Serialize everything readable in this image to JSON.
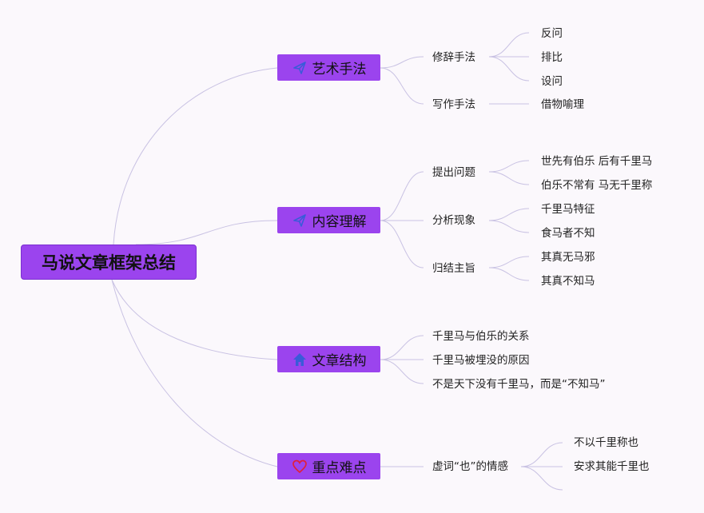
{
  "root": {
    "title": "马说文章框架总结"
  },
  "branches": [
    {
      "title": "艺术手法",
      "icon": "paper-plane-icon",
      "subs": [
        {
          "label": "修辞手法",
          "leaves": [
            "反问",
            "排比",
            "设问"
          ]
        },
        {
          "label": "写作手法",
          "leaves": [
            "借物喻理"
          ]
        }
      ]
    },
    {
      "title": "内容理解",
      "icon": "paper-plane-icon",
      "subs": [
        {
          "label": "提出问题",
          "leaves": [
            "世先有伯乐 后有千里马",
            "伯乐不常有 马无千里称"
          ]
        },
        {
          "label": "分析现象",
          "leaves": [
            "千里马特征",
            "食马者不知"
          ]
        },
        {
          "label": "归结主旨",
          "leaves": [
            "其真无马邪",
            "其真不知马"
          ]
        }
      ]
    },
    {
      "title": "文章结构",
      "icon": "house-icon",
      "subs": [
        {
          "label": "千里马与伯乐的关系"
        },
        {
          "label": "千里马被埋没的原因"
        },
        {
          "label": "不是天下没有千里马，而是“不知马”"
        }
      ]
    },
    {
      "title": "重点难点",
      "icon": "heart-icon",
      "subs": [
        {
          "label": "虚词“也”的情感",
          "leaves": [
            "不以千里称也",
            "安求其能千里也",
            ""
          ]
        }
      ]
    }
  ],
  "colors": {
    "background": "#fbf8fc",
    "node_fill": "#9b44ee",
    "connector": "#c9c2e3",
    "icon_blue": "#3a5bd9",
    "icon_red": "#e0203a"
  }
}
